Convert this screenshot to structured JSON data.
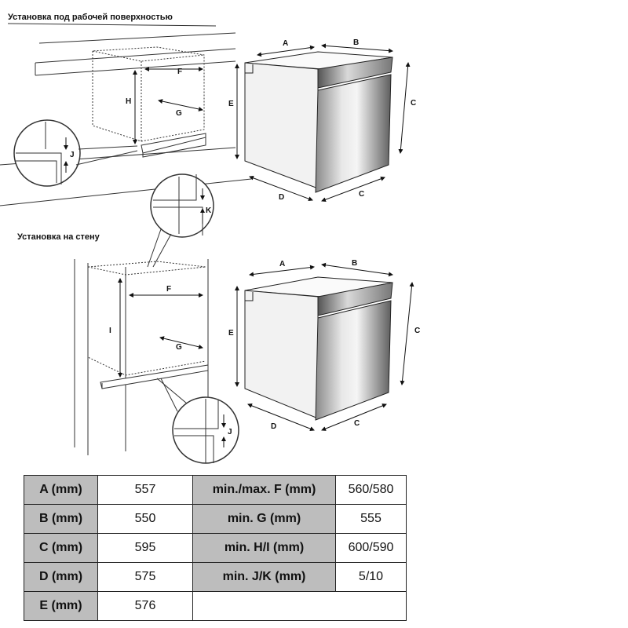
{
  "headings": {
    "under_counter": "Установка под рабочей поверхностью",
    "wall": "Установка на стену"
  },
  "letters": {
    "A": "A",
    "B": "B",
    "C": "C",
    "D": "D",
    "E": "E",
    "F": "F",
    "G": "G",
    "H": "H",
    "I": "I",
    "J": "J",
    "K": "K"
  },
  "table": {
    "rows": [
      {
        "k1": "A (mm)",
        "v1": "557",
        "k2": "min./max. F (mm)",
        "v2": "560/580"
      },
      {
        "k1": "B (mm)",
        "v1": "550",
        "k2": "min. G (mm)",
        "v2": "555"
      },
      {
        "k1": "C (mm)",
        "v1": "595",
        "k2": "min. H/I (mm)",
        "v2": "600/590"
      },
      {
        "k1": "D (mm)",
        "v1": "575",
        "k2": "min. J/K (mm)",
        "v2": "5/10"
      },
      {
        "k1": "E (mm)",
        "v1": "576"
      }
    ]
  },
  "colors": {
    "header_cell": "#bdbdbd",
    "line": "#333333",
    "steel_light": "#e6e6e6",
    "steel_dark": "#6a6a6a"
  }
}
